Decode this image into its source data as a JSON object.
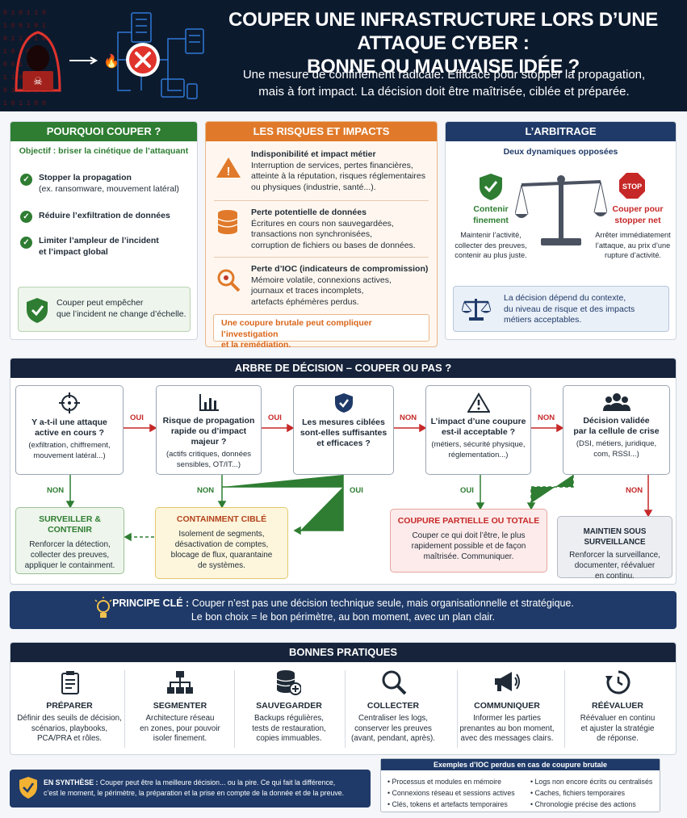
{
  "header": {
    "title_l1": "COUPER UNE INFRASTRUCTURE LORS D’UNE ATTAQUE CYBER :",
    "title_l2": "BONNE OU MAUVAISE IDÉE ?",
    "sub_l1": "Une mesure de confinement radicale. Efficace pour stopper la propagation,",
    "sub_l2": "mais à fort impact. La décision doit être maîtrisée, ciblée et préparée."
  },
  "why": {
    "title": "POURQUOI COUPER ?",
    "objective": "Objectif : briser la cinétique de l’attaquant",
    "items": [
      {
        "l1": "Stopper la propagation",
        "l2": "(ex. ransomware, mouvement latéral)"
      },
      {
        "l1": "Réduire l’exfiltration de données",
        "l2": ""
      },
      {
        "l1": "Limiter l’ampleur de l’incident",
        "l2": "et l’impact global"
      }
    ],
    "note_l1": "Couper peut empêcher",
    "note_l2": "que l’incident ne change d’échelle."
  },
  "risks": {
    "title": "LES RISQUES ET IMPACTS",
    "items": [
      {
        "t": "Indisponibilité et impact métier",
        "l1": "Interruption de services, pertes financières,",
        "l2": "atteinte à la réputation, risques réglementaires",
        "l3": "ou physiques (industrie, santé...)."
      },
      {
        "t": "Perte potentielle de données",
        "l1": "Écritures en cours non sauvegardées,",
        "l2": "transactions non synchronisées,",
        "l3": "corruption de fichiers ou bases de données."
      },
      {
        "t": "Perte d’IOC (indicateurs de compromission)",
        "l1": "Mémoire volatile, connexions actives,",
        "l2": "journaux et traces incomplets,",
        "l3": "artefacts éphémères perdus."
      }
    ],
    "warn_l1": "Une coupure brutale peut compliquer l’investigation",
    "warn_l2": "et la remédiation."
  },
  "arb": {
    "title": "L’ARBITRAGE",
    "subtitle": "Deux dynamiques opposées",
    "left_t1": "Contenir",
    "left_t2": "finement",
    "left_d1": "Maintenir l’activité,",
    "left_d2": "collecter des preuves,",
    "left_d3": "contenir au plus juste.",
    "stop": "STOP",
    "right_t1": "Couper pour",
    "right_t2": "stopper net",
    "right_d1": "Arrêter immédiatement",
    "right_d2": "l’attaque, au prix d’une",
    "right_d3": "rupture d’activité.",
    "note_l1": "La décision dépend du contexte,",
    "note_l2": "du niveau de risque et des impacts",
    "note_l3": "métiers acceptables."
  },
  "tree": {
    "title": "ARBRE DE DÉCISION – COUPER OU PAS ?",
    "oui": "OUI",
    "non": "NON",
    "q1_l1": "Y a-t-il une attaque",
    "q1_l2": "active en cours ?",
    "q1_s1": "(exfiltration, chiffrement,",
    "q1_s2": "mouvement latéral...)",
    "q2_l1": "Risque de propagation",
    "q2_l2": "rapide ou d’impact",
    "q2_l3": "majeur ?",
    "q2_s1": "(actifs critiques, données",
    "q2_s2": "sensibles, OT/IT...)",
    "q3_l1": "Les mesures ciblées",
    "q3_l2": "sont-elles suffisantes",
    "q3_l3": "et efficaces ?",
    "q4_l1": "L’impact d’une coupure",
    "q4_l2": "est-il acceptable ?",
    "q4_s1": "(métiers, sécurité physique,",
    "q4_s2": "réglementation...)",
    "q5_l1": "Décision validée",
    "q5_l2": "par la cellule de crise",
    "q5_s1": "(DSI, métiers, juridique,",
    "q5_s2": "com, RSSI...)",
    "r1_t": "SURVEILLER & CONTENIR",
    "r1_d1": "Renforcer la détection,",
    "r1_d2": "collecter des preuves,",
    "r1_d3": "appliquer le containment.",
    "r2_t": "CONTAINMENT CIBLÉ",
    "r2_d1": "Isolement de segments,",
    "r2_d2": "désactivation de comptes,",
    "r2_d3": "blocage de flux, quarantaine",
    "r2_d4": "de systèmes.",
    "r3_t": "COUPURE PARTIELLE OU TOTALE",
    "r3_d1": "Couper ce qui doit l’être, le plus",
    "r3_d2": "rapidement possible et de façon",
    "r3_d3": "maîtrisée. Communiquer.",
    "r4_t": "MAINTIEN SOUS SURVEILLANCE",
    "r4_d1": "Renforcer la surveillance,",
    "r4_d2": "documenter, réévaluer",
    "r4_d3": "en continu."
  },
  "principle": {
    "label": "PRINCIPE CLÉ :",
    "l1": " Couper n’est pas une décision technique seule, mais organisationnelle et stratégique.",
    "l2": "Le bon choix = le bon périmètre, au bon moment, avec un plan clair."
  },
  "practices": {
    "title": "BONNES PRATIQUES",
    "items": [
      {
        "t": "PRÉPARER",
        "l1": "Définir des seuils de décision,",
        "l2": "scénarios, playbooks,",
        "l3": "PCA/PRA et rôles."
      },
      {
        "t": "SEGMENTER",
        "l1": "Architecture réseau",
        "l2": "en zones, pour pouvoir",
        "l3": "isoler finement."
      },
      {
        "t": "SAUVEGARDER",
        "l1": "Backups régulières,",
        "l2": "tests de restauration,",
        "l3": "copies immuables."
      },
      {
        "t": "COLLECTER",
        "l1": "Centraliser les logs,",
        "l2": "conserver les preuves",
        "l3": "(avant, pendant, après)."
      },
      {
        "t": "COMMUNIQUER",
        "l1": "Informer les parties",
        "l2": "prenantes au bon moment,",
        "l3": "avec des messages clairs."
      },
      {
        "t": "RÉÉVALUER",
        "l1": "Réévaluer en continu",
        "l2": "et ajuster la stratégie",
        "l3": "de réponse."
      }
    ]
  },
  "synthesis": {
    "label": "EN SYNTHÈSE :",
    "l1": " Couper peut être la meilleure décision... ou la pire. Ce qui fait la différence,",
    "l2": "c’est le moment, le périmètre, la préparation et la prise en compte de la donnée et de la preuve."
  },
  "ioc": {
    "title": "Exemples d’IOC perdus en cas de coupure brutale",
    "left": [
      "Processus et modules en mémoire",
      "Connexions réseau et sessions actives",
      "Clés, tokens et artefacts temporaires"
    ],
    "right": [
      "Logs non encore écrits ou centralisés",
      "Caches, fichiers temporaires",
      "Chronologie précise des actions"
    ]
  },
  "colors": {
    "green": "#2e7d32",
    "orange": "#e07a2a",
    "navy": "#1f3a68",
    "red": "#c62828"
  }
}
